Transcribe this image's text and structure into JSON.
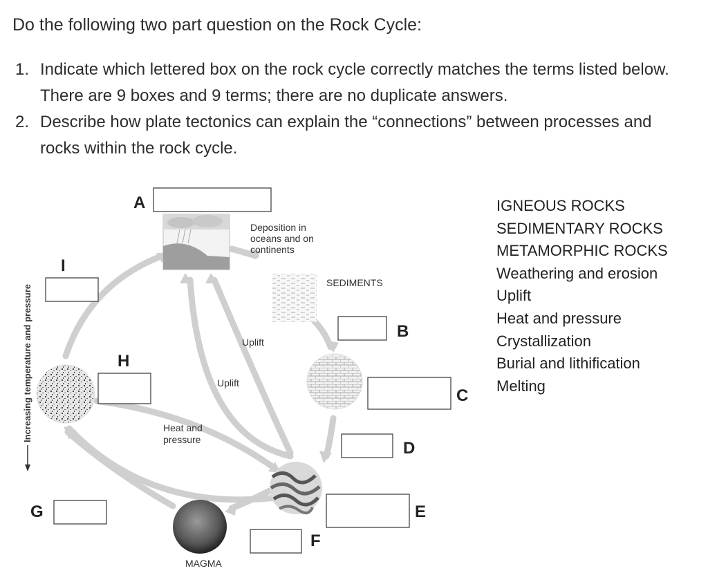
{
  "question": {
    "title": "Do the following two part question on the Rock Cycle:",
    "items": [
      {
        "num": "1.",
        "text": "Indicate which lettered box on the rock cycle correctly matches the terms listed below.  There are 9 boxes and 9 terms; there are no duplicate answers."
      },
      {
        "num": "2.",
        "text": "Describe how plate tectonics can explain the “connections” between processes and rocks within the rock cycle."
      }
    ]
  },
  "diagram": {
    "box_letters": {
      "A": "A",
      "B": "B",
      "C": "C",
      "D": "D",
      "E": "E",
      "F": "F",
      "G": "G",
      "H": "H",
      "I": "I"
    },
    "labels": {
      "deposition": [
        "Deposition in",
        "oceans and on",
        "continents"
      ],
      "sediments": "SEDIMENTS",
      "uplift_1": "Uplift",
      "uplift_2": "Uplift",
      "heat_pressure": [
        "Heat and",
        "pressure"
      ],
      "magma": "MAGMA",
      "side_axis": "Increasing temperature and pressure"
    }
  },
  "terms": [
    "IGNEOUS ROCKS",
    "SEDIMENTARY ROCKS",
    "METAMORPHIC ROCKS",
    "Weathering and erosion",
    "Uplift",
    "Heat and pressure",
    "Crystallization",
    "Burial and lithification",
    "Melting"
  ]
}
